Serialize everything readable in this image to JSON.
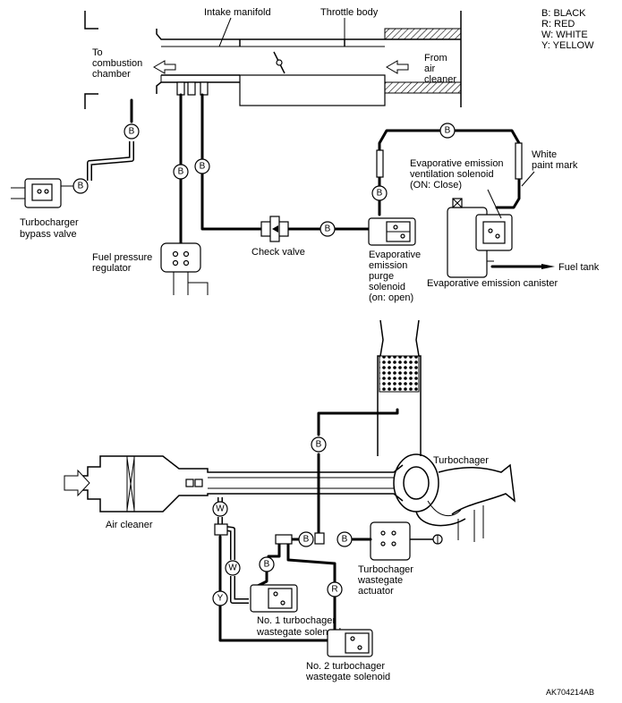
{
  "legend": [
    "B: BLACK",
    "R: RED",
    "W: WHITE",
    "Y: YELLOW"
  ],
  "labels": {
    "intake_manifold": "Intake manifold",
    "throttle_body": "Throttle body",
    "to_combustion_1": "To",
    "to_combustion_2": "combustion",
    "to_combustion_3": "chamber",
    "from_air_1": "From",
    "from_air_2": "air",
    "from_air_3": "cleaner",
    "bypass_valve_1": "Turbocharger",
    "bypass_valve_2": "bypass valve",
    "fuel_pressure_1": "Fuel pressure",
    "fuel_pressure_2": "regulator",
    "check_valve": "Check valve",
    "purge_1": "Evaporative",
    "purge_2": "emission",
    "purge_3": "purge",
    "purge_4": "solenoid",
    "purge_5": "(on: open)",
    "vent_1": "Evaporative emission",
    "vent_2": "ventilation solenoid",
    "vent_3": "(ON: Close)",
    "white_paint_1": "White",
    "white_paint_2": "paint mark",
    "fuel_tank": "Fuel tank",
    "canister": "Evaporative emission canister",
    "turbocharger": "Turbochager",
    "air_cleaner": "Air cleaner",
    "wastegate_actuator_1": "Turbochager",
    "wastegate_actuator_2": "wastegate",
    "wastegate_actuator_3": "actuator",
    "no1_solenoid_1": "No. 1 turbochager",
    "no1_solenoid_2": "wastegate solenoid",
    "no2_solenoid_1": "No. 2 turbochager",
    "no2_solenoid_2": "wastegate solenoid",
    "figure_id": "AK704214AB"
  },
  "color_tags": {
    "bypass_hose": "B",
    "bypass_valve": "B",
    "fuel_pressure_hose": "B",
    "purge_hose": "B",
    "check_valve_out": "B",
    "purge_in": "B",
    "top_loop": "B",
    "turbo_to_tee": "B",
    "tee_left": "B",
    "tee_right": "B",
    "tee_to_no1": "B",
    "white_upper": "W",
    "white_lower": "W",
    "yellow": "Y",
    "red": "R"
  }
}
